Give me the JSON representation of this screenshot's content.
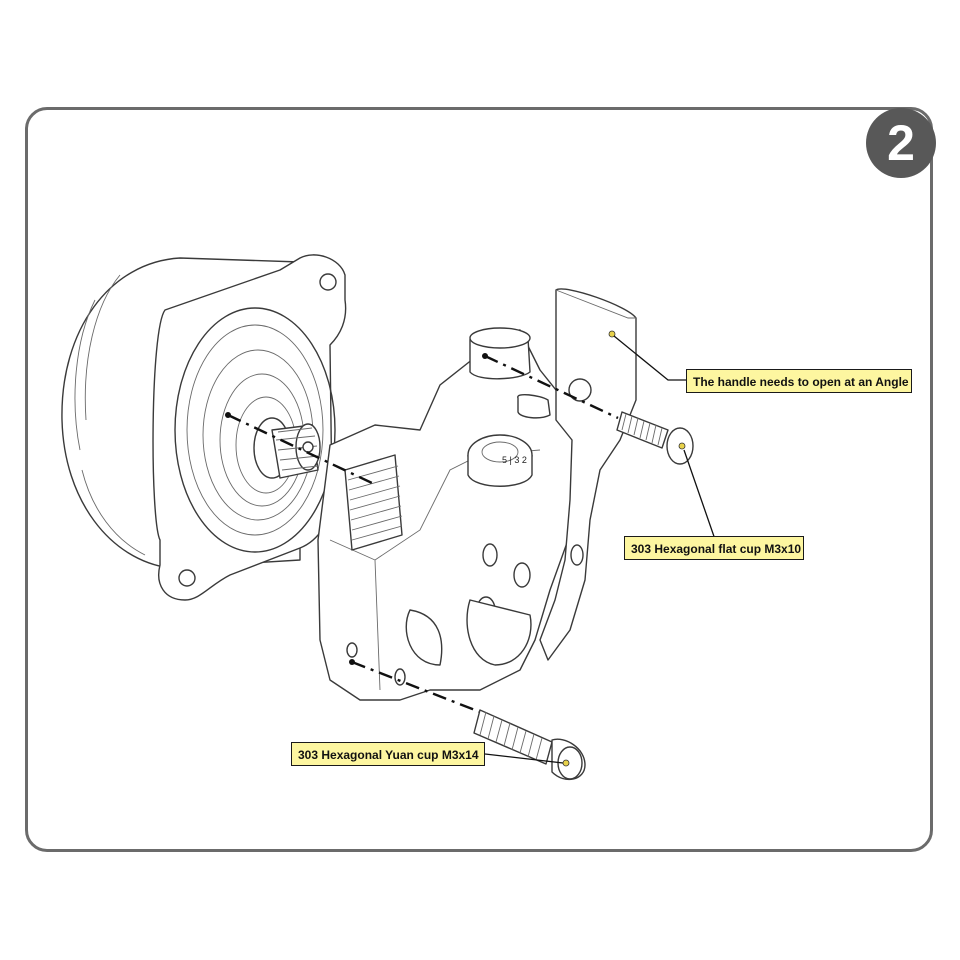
{
  "step": {
    "number": "2"
  },
  "callouts": {
    "handle": "The handle needs to open at an Angle",
    "flat_cup": "303 Hexagonal flat cup M3x10",
    "yuan_cup": "303 Hexagonal Yuan cup M3x14"
  },
  "gear_marking": "5 | 3 2",
  "colors": {
    "callout_fill": "#fdf6a0",
    "badge": "#585858",
    "frame": "#6b6b6b"
  }
}
